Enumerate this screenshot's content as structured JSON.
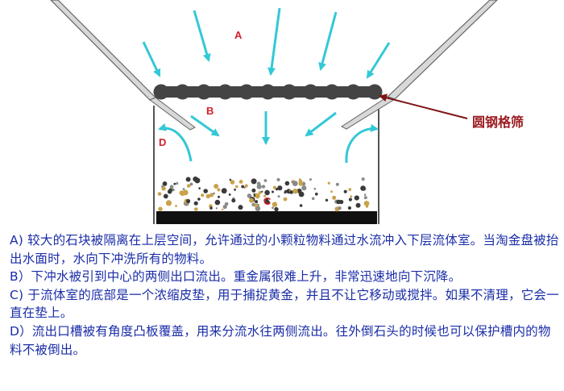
{
  "colors": {
    "arrow": "#33c8d6",
    "label_text": "#d4202f",
    "callout_text": "#9b1b21",
    "callout_line": "#7e1416",
    "caption_text": "#1a2da8",
    "grate": "#444444",
    "chamber_wall": "#555555",
    "bottom_mat": "#111111"
  },
  "diagram": {
    "labels": {
      "a": "A",
      "b": "B",
      "c": "C",
      "d": "D"
    },
    "grate_callout": "圆钢格筛",
    "icons": [
      "water-flow-arrow-icon",
      "gold-particle-icon",
      "round-steel-grate-icon"
    ]
  },
  "caption": {
    "lines": [
      "A) 较大的石块被隔离在上层空间，允许通过的小颗粒物料通过水流冲入下层流体室。当淘金盘被抬出水面时，水向下冲洗所有的物料。",
      "B）下冲水被引到中心的两侧出口流出。重金属很难上升，非常迅速地向下沉降。",
      "C) 于流体室的底部是一个浓缩皮垫，用于捕捉黄金，并且不让它移动或搅拌。如果不清理，它会一直在垫上。",
      "D）流出口槽被有角度凸板覆盖，用来分流水往两侧流出。往外倒石头的时候也可以保护槽内的物料不被倒出。"
    ]
  }
}
